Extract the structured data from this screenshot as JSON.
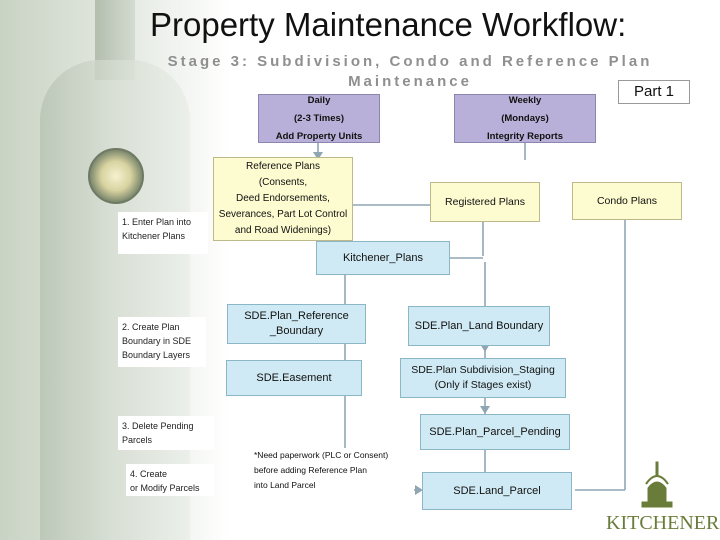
{
  "title": "Property Maintenance Workflow:",
  "subtitle_line1": "Stage 3: Subdivision, Condo and Reference Plan",
  "subtitle_line2": "Maintenance",
  "part": "Part 1",
  "boxes": {
    "daily": "Daily\n(2-3 Times)\nAdd Property Units",
    "weekly": "Weekly\n(Mondays)\nIntegrity Reports",
    "reference_plans": "Reference Plans\n(Consents,\nDeed Endorsements,\nSeverances, Part Lot Control\nand Road Widenings)",
    "registered_plans": "Registered Plans",
    "condo_plans": "Condo Plans",
    "kitchener_plans": "Kitchener_Plans",
    "sde_plan_reference_boundary": "SDE.Plan_Reference\n_Boundary",
    "sde_plan_land_boundary": "SDE.Plan_Land Boundary",
    "sde_easement": "SDE.Easement",
    "sde_plan_subdivision_staging": "SDE.Plan Subdivision_Staging\n(Only if Stages exist)",
    "sde_plan_parcel_pending": "SDE.Plan_Parcel_Pending",
    "sde_land_parcel": "SDE.Land_Parcel"
  },
  "steps": {
    "step1": "1. Enter Plan into\nKitchener Plans",
    "step2": "2. Create Plan\nBoundary in SDE\nBoundary Layers",
    "step3": "3. Delete Pending\nParcels",
    "step4": "4. Create\nor Modify Parcels"
  },
  "note": "*Need paperwork  (PLC or Consent)\nbefore adding Reference Plan\ninto Land Parcel",
  "logo_text": "KITCHENER",
  "colors": {
    "purple": "#b8b0d8",
    "yellow": "#fdfbd0",
    "teal": "#cfeaf4",
    "connector": "#8fa6b3"
  }
}
